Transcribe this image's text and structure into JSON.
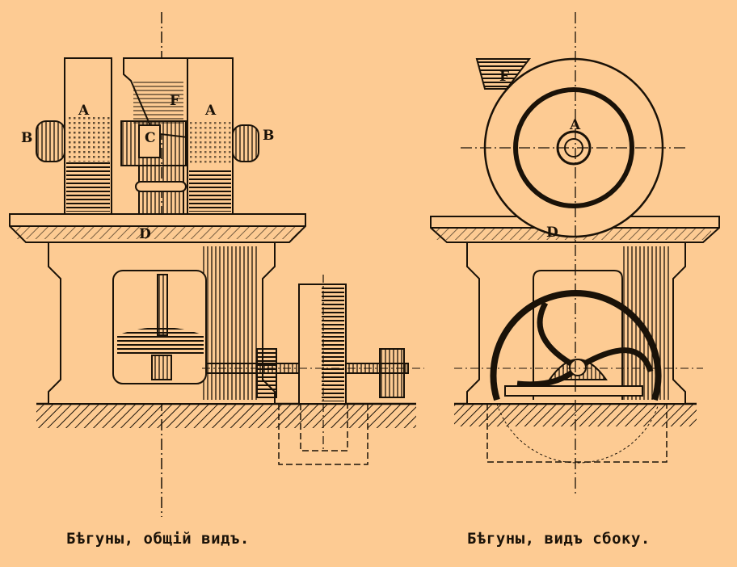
{
  "colors": {
    "background": "#fdcb93",
    "ink": "#1a1208"
  },
  "left_figure": {
    "caption": "Бѣгуны, общій видъ.",
    "labels": {
      "wheel_left": "A",
      "wheel_right": "A",
      "hub_left": "B",
      "hub_right": "B",
      "center": "C",
      "hopper": "F",
      "pan": "D"
    }
  },
  "right_figure": {
    "caption": "Бѣгуны, видъ сбоку.",
    "labels": {
      "hopper": "F",
      "wheel": "A",
      "pan": "D"
    }
  }
}
